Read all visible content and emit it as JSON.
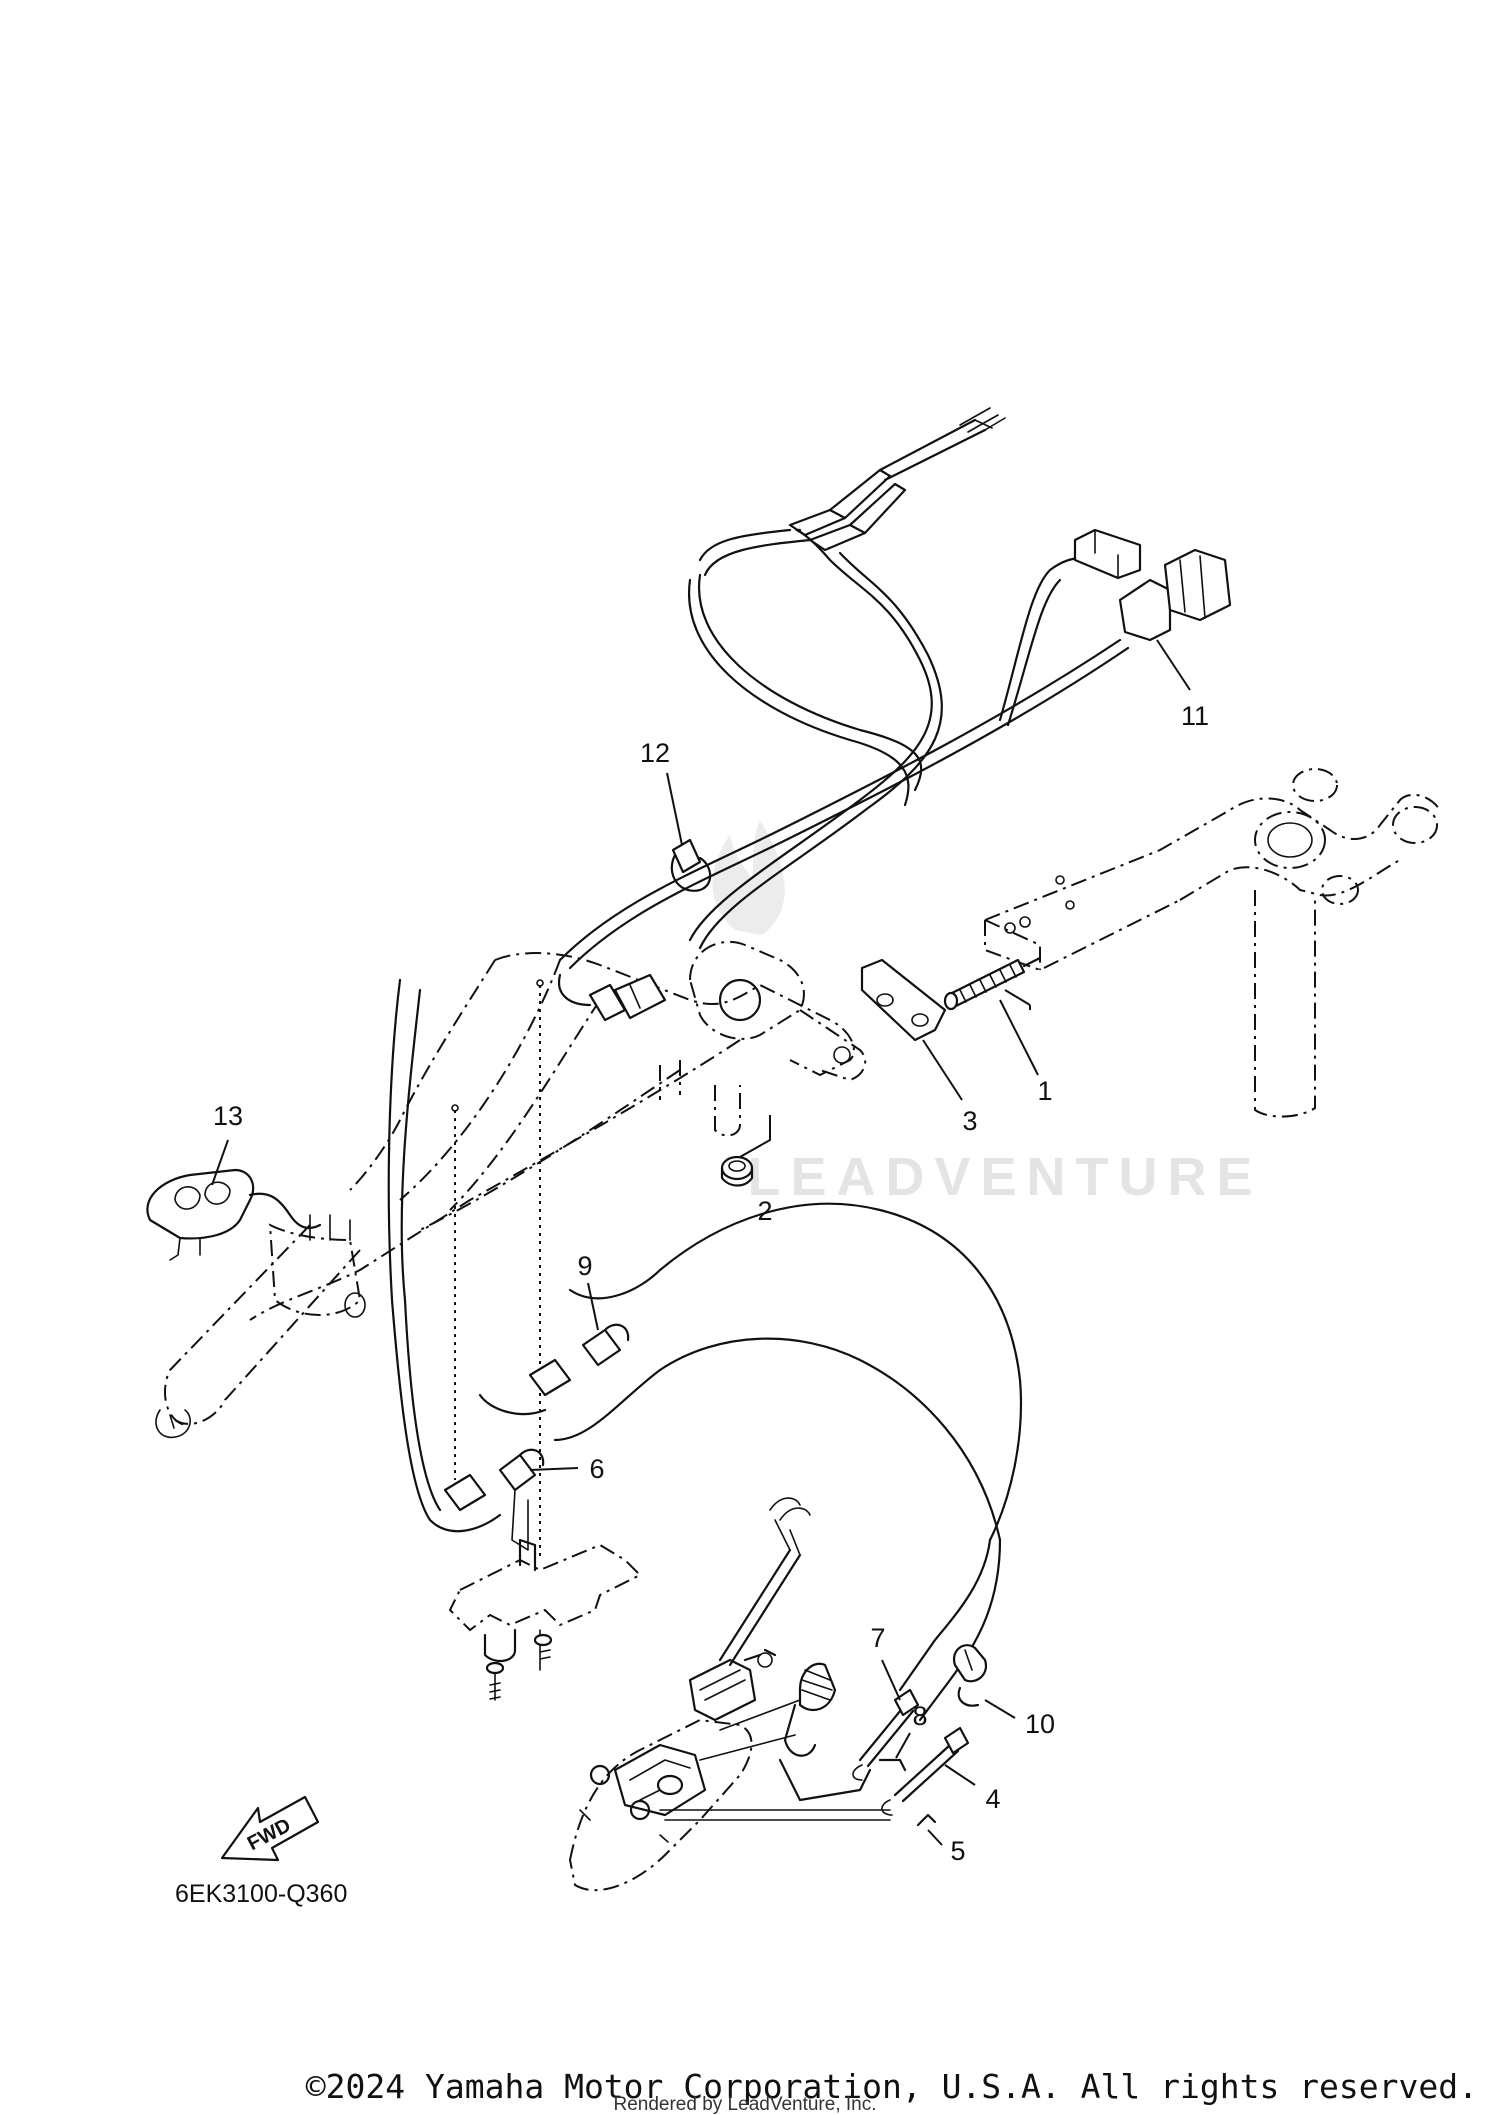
{
  "diagram": {
    "part_code": "6EK3100-Q360",
    "fwd_label": "FWD",
    "watermark": "LEADVENTURE",
    "copyright": "©2024 Yamaha Motor Corporation, U.S.A. All rights reserved.",
    "rendered_by": "Rendered by LeadVenture, Inc.",
    "callouts": [
      {
        "id": "1",
        "label": "1"
      },
      {
        "id": "2",
        "label": "2"
      },
      {
        "id": "3",
        "label": "3"
      },
      {
        "id": "4",
        "label": "4"
      },
      {
        "id": "5",
        "label": "5"
      },
      {
        "id": "6",
        "label": "6"
      },
      {
        "id": "7",
        "label": "7"
      },
      {
        "id": "8",
        "label": "8"
      },
      {
        "id": "9",
        "label": "9"
      },
      {
        "id": "10",
        "label": "10"
      },
      {
        "id": "11",
        "label": "11"
      },
      {
        "id": "12",
        "label": "12"
      },
      {
        "id": "13",
        "label": "13"
      }
    ]
  }
}
